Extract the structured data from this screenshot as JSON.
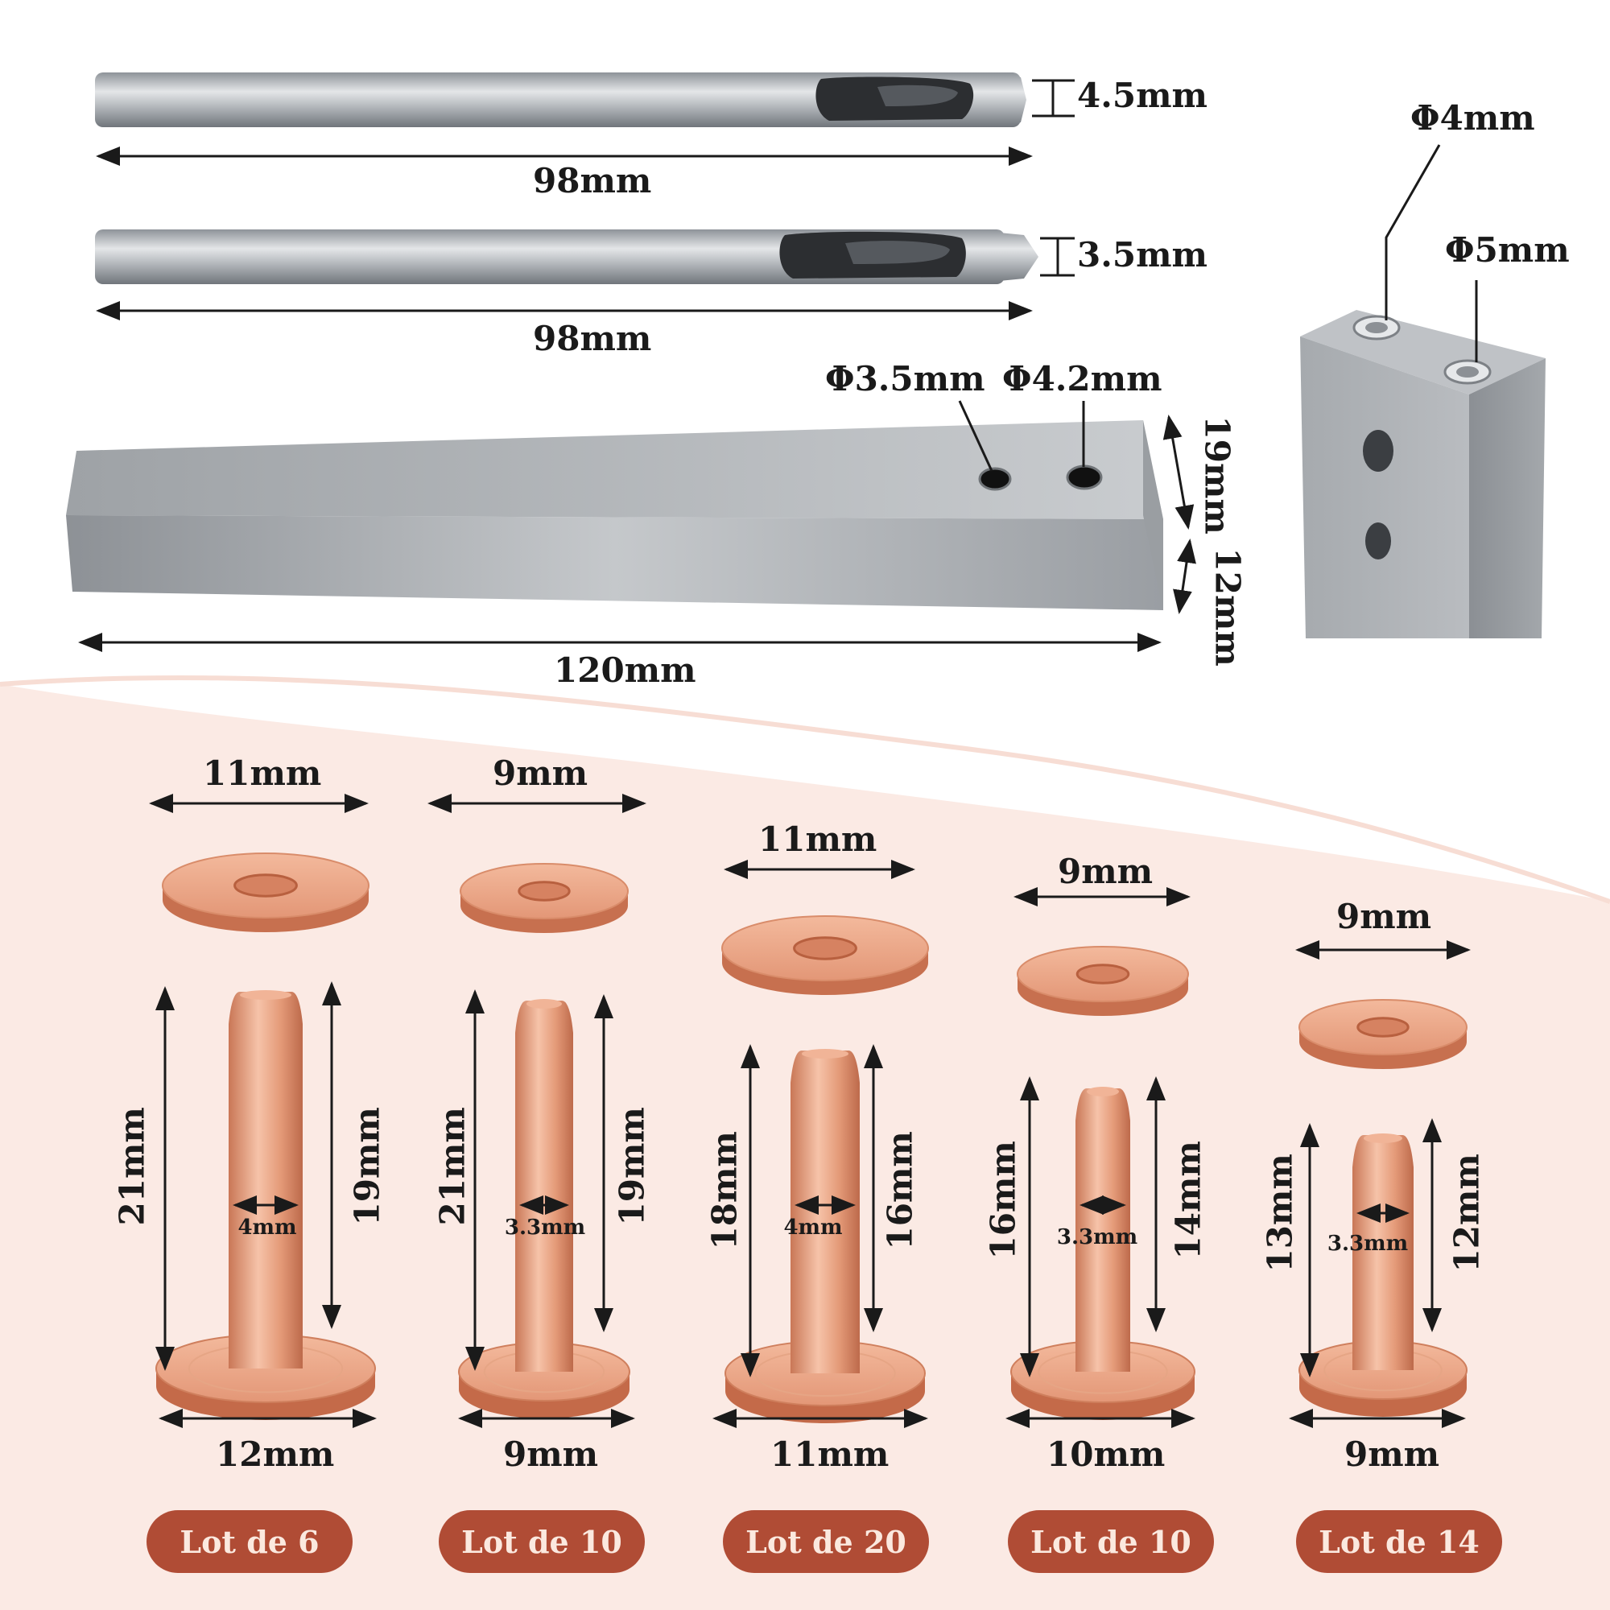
{
  "colors": {
    "copper": "#d98c6a",
    "badge": "#b04c35",
    "steel": "#a9adb2",
    "background_band": "#fbeae4"
  },
  "tools": {
    "punch_1": {
      "diameter": "4.5mm",
      "length": "98mm"
    },
    "punch_2": {
      "diameter": "3.5mm",
      "length": "98mm"
    },
    "anvil_bar": {
      "hole_1": "Φ3.5mm",
      "hole_2": "Φ4.2mm",
      "height": "19mm",
      "width": "12mm",
      "length": "120mm"
    },
    "setter_block": {
      "hole_1": "Φ4mm",
      "hole_2": "Φ5mm"
    }
  },
  "rivets": [
    {
      "washer": "11mm",
      "total_height": "21mm",
      "shaft_height": "19mm",
      "shaft_diameter": "4mm",
      "base": "12mm",
      "lot": "Lot de 6"
    },
    {
      "washer": "9mm",
      "total_height": "21mm",
      "shaft_height": "19mm",
      "shaft_diameter": "3.3mm",
      "base": "9mm",
      "lot": "Lot de 10"
    },
    {
      "washer": "11mm",
      "total_height": "18mm",
      "shaft_height": "16mm",
      "shaft_diameter": "4mm",
      "base": "11mm",
      "lot": "Lot de 20"
    },
    {
      "washer": "9mm",
      "total_height": "16mm",
      "shaft_height": "14mm",
      "shaft_diameter": "3.3mm",
      "base": "10mm",
      "lot": "Lot de 10"
    },
    {
      "washer": "9mm",
      "total_height": "13mm",
      "shaft_height": "12mm",
      "shaft_diameter": "3.3mm",
      "base": "9mm",
      "lot": "Lot de 14"
    }
  ]
}
